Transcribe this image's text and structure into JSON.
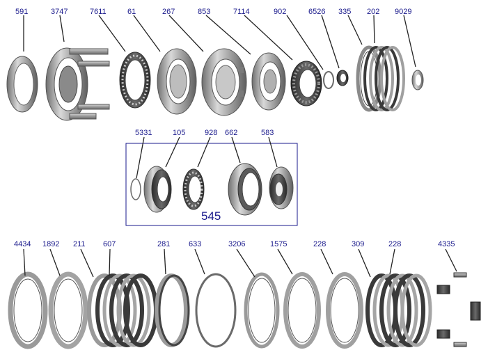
{
  "labels": {
    "p591": "591",
    "p3747": "3747",
    "p7611": "7611",
    "p61": "61",
    "p267": "267",
    "p853": "853",
    "p7114": "7114",
    "p902": "902",
    "p6526": "6526",
    "p335": "335",
    "p202": "202",
    "p9029": "9029",
    "p5331": "5331",
    "p105": "105",
    "p928": "928",
    "p662": "662",
    "p583": "583",
    "p4434": "4434",
    "p1892": "1892",
    "p211": "211",
    "p607": "607",
    "p281": "281",
    "p633": "633",
    "p3206": "3206",
    "p1575": "1575",
    "p228a": "228",
    "p309": "309",
    "p228b": "228",
    "p4335": "4335"
  },
  "group_label": "545",
  "colors": {
    "label_text": "#1a1a8c",
    "group_box": "#1a1a8c",
    "part_metal": "#9a9a9a",
    "part_dark": "#3a3a3a"
  }
}
